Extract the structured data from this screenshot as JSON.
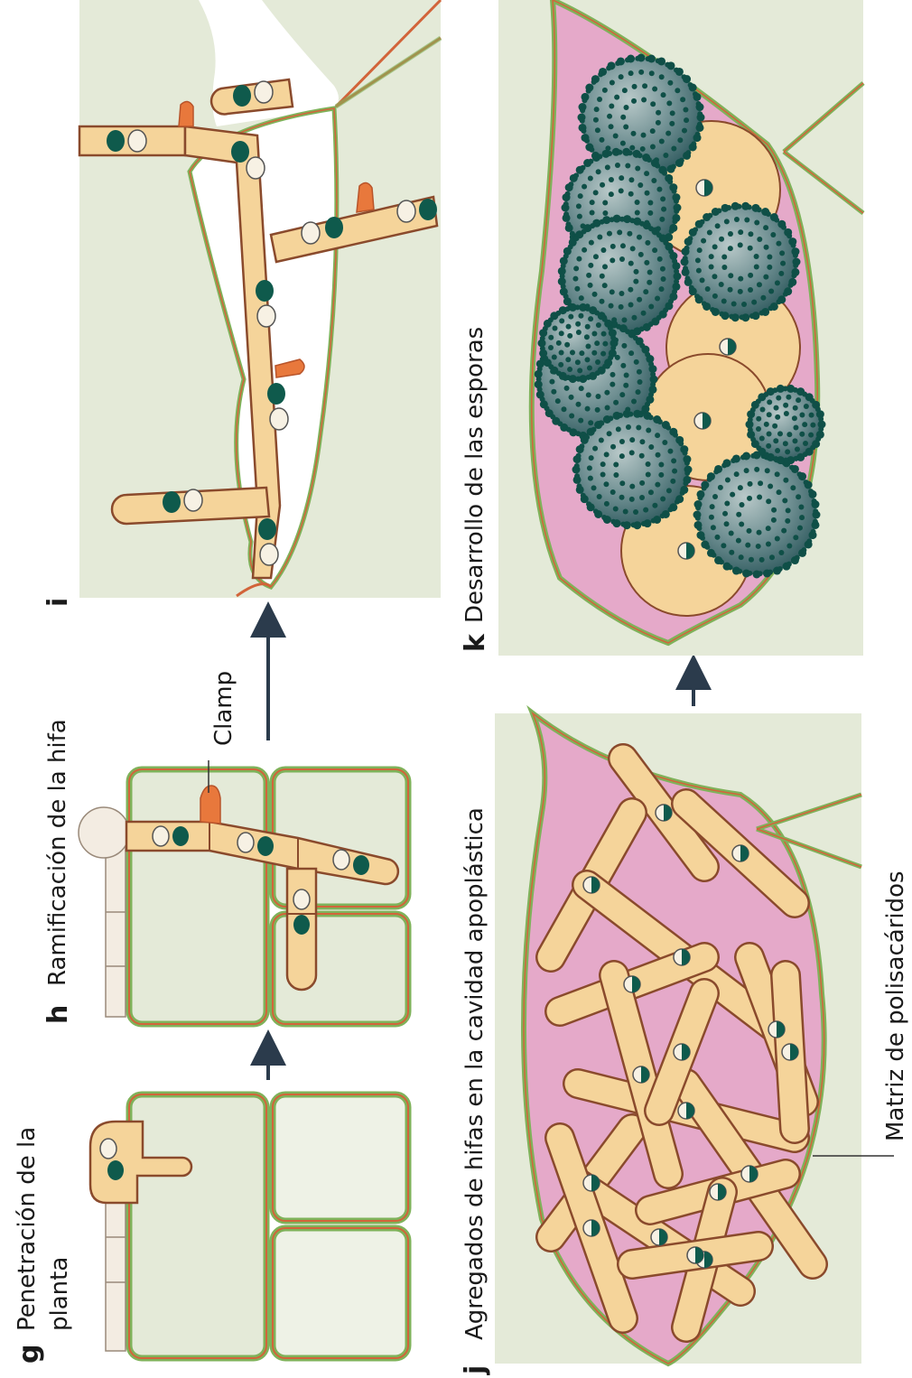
{
  "panels": {
    "g": {
      "letter": "g",
      "title_line1": "Penetración de la",
      "title_line2": "planta"
    },
    "h": {
      "letter": "h",
      "title": "Ramificación de la hifa",
      "clamp_label": "Clamp"
    },
    "i": {
      "letter": "i"
    },
    "j": {
      "letter": "j",
      "title": "Agregados de hifas en la cavidad apoplástica",
      "matrix_label": "Matriz de polisacáridos"
    },
    "k": {
      "letter": "k",
      "title": "Desarrollo de las esporas"
    }
  },
  "colors": {
    "plant_cell": "#e4ead8",
    "cell_wall_green": "#7fb25a",
    "cell_wall_orange": "#d2643a",
    "hypha_fill": "#f5d49a",
    "hypha_outline": "#8a4a2c",
    "nucleus_dark": "#0f5a4c",
    "clamp": "#e8783c",
    "matrix_pink": "#e5a9c9",
    "spore": "#3d6b70",
    "arrow": "#2b3b4c"
  },
  "icons": [
    "arrow-right-icon",
    "arrow-right-icon",
    "arrow-up-icon"
  ]
}
